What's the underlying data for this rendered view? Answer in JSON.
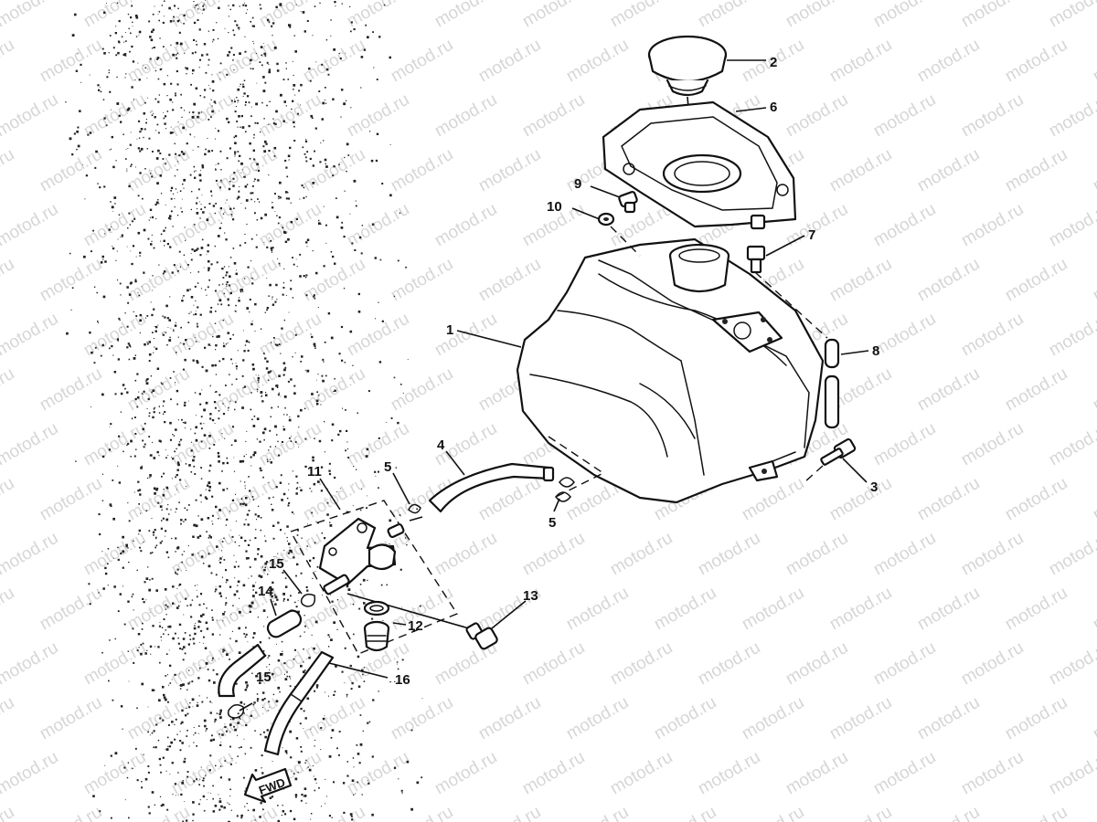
{
  "watermark": {
    "text": "motod.ru"
  },
  "callouts": {
    "c1": "1",
    "c2": "2",
    "c3": "3",
    "c4": "4",
    "c5a": "5",
    "c5b": "5",
    "c6": "6",
    "c7": "7",
    "c8": "8",
    "c9": "9",
    "c10": "10",
    "c11": "11",
    "c12": "12",
    "c13": "13",
    "c14": "14",
    "c15a": "15",
    "c15b": "15",
    "c16": "16"
  },
  "fwd": "FWD"
}
